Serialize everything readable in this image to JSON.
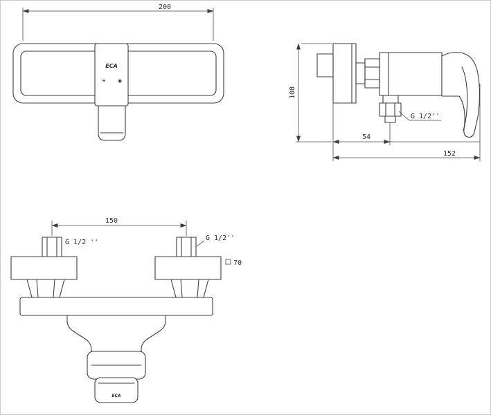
{
  "drawing": {
    "front_view": {
      "width_dim": "200",
      "logo": "ECA",
      "hot_symbol": "☀",
      "cold_symbol": "◉"
    },
    "side_view": {
      "height_dim": "108",
      "outlet_offset_dim": "54",
      "depth_dim": "152",
      "thread_label": "G 1/2''"
    },
    "bottom_view": {
      "spacing_dim": "150",
      "thread_label_left": "G 1/2 ''",
      "thread_label_right": "G 1/2''",
      "square_section_dim": "70",
      "logo": "ECA"
    },
    "colors": {
      "line": "#3c3c3c",
      "background": "#ffffff"
    }
  }
}
